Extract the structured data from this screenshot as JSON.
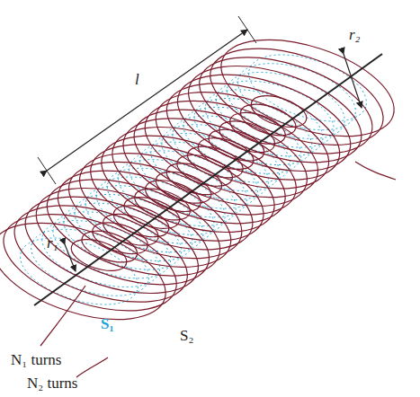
{
  "diagram": {
    "labels": [
      "l",
      "r₂",
      "r₁",
      "S₁",
      "S₂",
      "N₁ turns",
      "N₂ turns"
    ]
  }
}
